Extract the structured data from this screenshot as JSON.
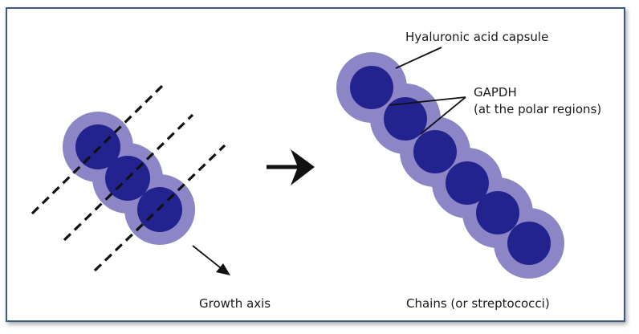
{
  "labels": {
    "capsule": "Hyaluronic acid capsule",
    "gapdh_line1": "GAPDH",
    "gapdh_line2": "(at the polar regions)",
    "growth_axis": "Growth axis",
    "chains": "Chains (or streptococci)"
  },
  "left_cell_count": 3,
  "chain_cell_count": 6,
  "division_line_count": 3,
  "colors": {
    "frame": "#3d5a80",
    "capsule": "#8c86c6",
    "cell_core": "#23238f",
    "line": "#111111"
  }
}
